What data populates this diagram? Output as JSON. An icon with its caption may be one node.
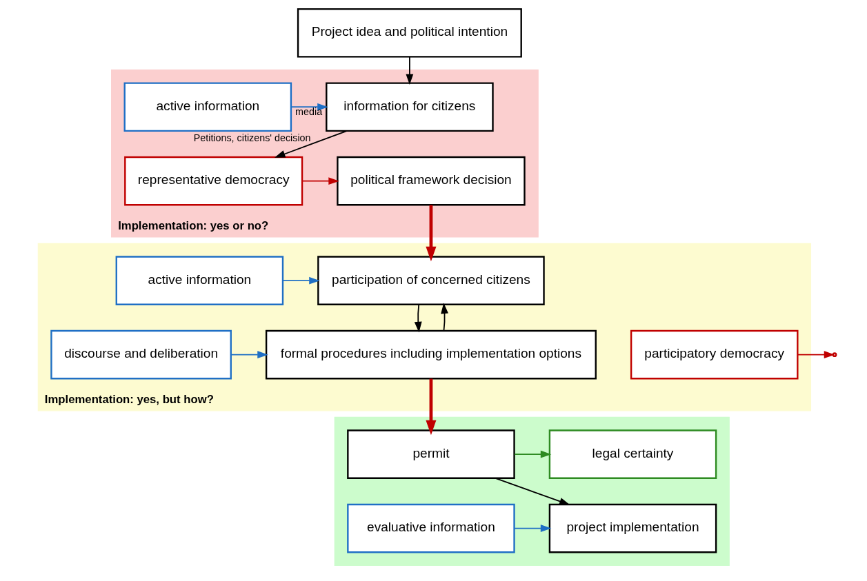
{
  "diagram": {
    "nodes": [
      {
        "text": [
          "Project idea and political intention"
        ]
      },
      {
        "text": [
          "Implementation: yes or no?"
        ]
      },
      {
        "text": [
          "information for citizens"
        ],
        "in": 1
      },
      {
        "text": [
          "active information"
        ],
        "in": 1
      },
      {
        "text": [
          "representative democracy"
        ],
        "in": 1
      },
      {
        "text": [
          "political framework decision"
        ],
        "in": 1
      },
      {
        "text": [
          "Implementation: yes, but how?"
        ]
      },
      {
        "text": [
          "participation of concerned citizens"
        ],
        "in": 6
      },
      {
        "text": [
          "active information"
        ],
        "in": 6
      },
      {
        "text": [
          "participatory democracy"
        ],
        "in": 6
      },
      {
        "text": [
          "formal procedures including implementation options"
        ],
        "in": 6
      },
      {
        "text": [
          "discourse and deliberation"
        ],
        "in": 6
      },
      {
        "text": [],
        "shape": "band"
      },
      {
        "text": [
          "legal certainty"
        ],
        "in": 12
      },
      {
        "text": [
          "permit"
        ],
        "in": 12
      },
      {
        "text": [
          "project implementation"
        ],
        "in": 12
      },
      {
        "text": [
          "evaluative information"
        ],
        "in": 12
      }
    ],
    "edges": [
      {
        "from": 0,
        "to": 2,
        "arrow": "to"
      },
      {
        "from": 3,
        "to": 2,
        "arrow": "to",
        "label": "media",
        "color": "#1f6fc5"
      },
      {
        "from": 2,
        "to": 4,
        "arrow": "to",
        "label": "Petitions, citizens' decision"
      },
      {
        "from": 4,
        "to": 5,
        "arrow": "to",
        "color": "#c00000"
      },
      {
        "from": 5,
        "to": 7,
        "arrow": "to",
        "style": "thick",
        "color": "#c00000"
      },
      {
        "from": 8,
        "to": 7,
        "arrow": "to",
        "color": "#1f6fc5"
      },
      {
        "from": 7,
        "to": 10,
        "arrow": "to"
      },
      {
        "from": 9,
        "to": null,
        "arrow": "to",
        "color": "#c00000"
      },
      {
        "from": 10,
        "to": 7,
        "arrow": "to"
      },
      {
        "from": 11,
        "to": 10,
        "arrow": "to",
        "color": "#1f6fc5"
      },
      {
        "from": 10,
        "to": 14,
        "arrow": "to",
        "style": "thick",
        "color": "#c00000"
      },
      {
        "from": 14,
        "to": 13,
        "arrow": "to",
        "color": "#2e8b22"
      },
      {
        "from": 14,
        "to": 15,
        "arrow": "to"
      },
      {
        "from": 16,
        "to": 15,
        "arrow": "to",
        "color": "#1f6fc5"
      }
    ]
  }
}
